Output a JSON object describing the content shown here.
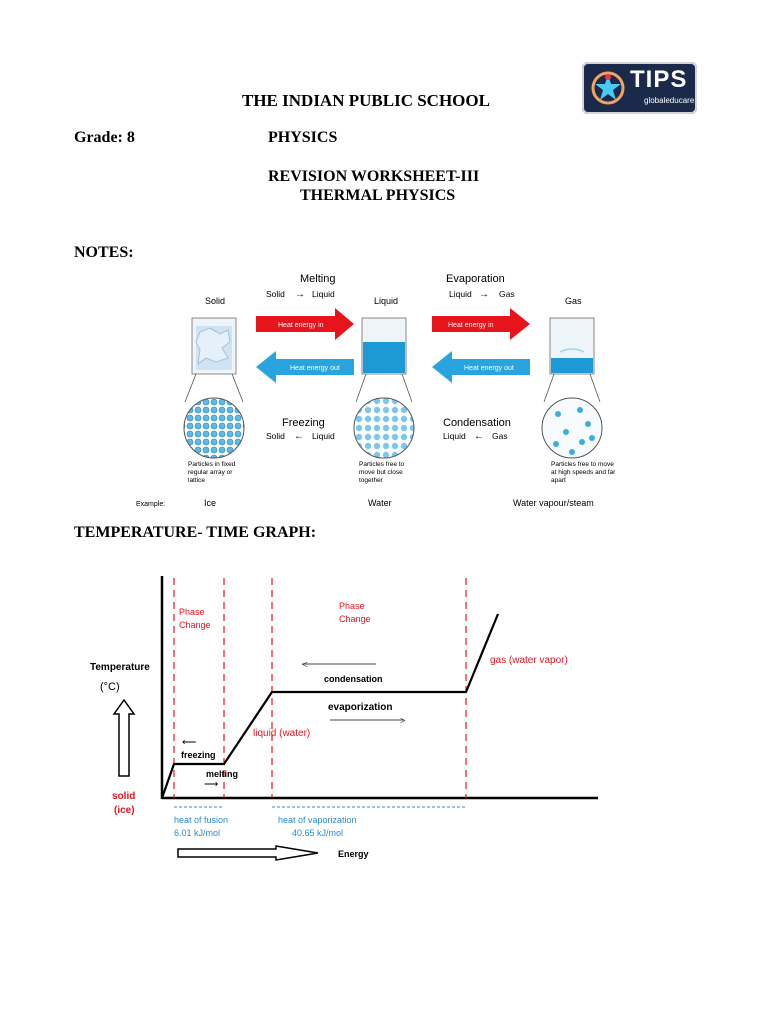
{
  "logo": {
    "brand": "TIPS",
    "tagline": "globaleducare",
    "star_colors": [
      "#e63946",
      "#f4a261",
      "#2a9d8f",
      "#4cc9f0"
    ]
  },
  "header": {
    "school": "THE INDIAN PUBLIC SCHOOL",
    "grade": "Grade: 8",
    "subject": "PHYSICS",
    "worksheet": "REVISION WORKSHEET-III",
    "topic": "THERMAL PHYSICS"
  },
  "notes_heading": "NOTES:",
  "states": {
    "melting": {
      "title": "Melting",
      "from": "Solid",
      "to": "Liquid"
    },
    "evaporation": {
      "title": "Evaporation",
      "from": "Liquid",
      "to": "Gas"
    },
    "freezing": {
      "title": "Freezing",
      "from": "Solid",
      "to": "Liquid"
    },
    "condensation": {
      "title": "Condensation",
      "from": "Liquid",
      "to": "Gas"
    },
    "heat_in": "Heat energy in",
    "heat_out": "Heat energy out",
    "solid": {
      "label": "Solid",
      "desc": [
        "Particles in fixed",
        "regular array or",
        "lattice"
      ],
      "example": "Ice"
    },
    "liquid": {
      "label": "Liquid",
      "desc": [
        "Particles free to",
        "move but close",
        "together"
      ],
      "example": "Water"
    },
    "gas": {
      "label": "Gas",
      "desc": [
        "Particles free to move",
        "at high speeds and far",
        "apart"
      ],
      "example": "Water vapour/steam"
    },
    "example_label": "Example:",
    "colors": {
      "heat_in": "#e8141c",
      "heat_out": "#2aa4de",
      "liquid": "#1d9ad6"
    }
  },
  "graph_heading": "TEMPERATURE- TIME GRAPH:",
  "graph": {
    "ylabel_1": "Temperature",
    "ylabel_2": "(°C)",
    "xlabel": "Energy",
    "phase_change_1": [
      "Phase",
      "Change"
    ],
    "phase_change_2": [
      "Phase",
      "Change"
    ],
    "freezing": "freezing",
    "melting": "melting",
    "condensation": "condensation",
    "evaporization": "evaporization",
    "liquid": "liquid (water)",
    "gas": "gas (water vapor)",
    "solid_1": "solid",
    "solid_2": "(ice)",
    "fusion_1": "heat of fusion",
    "fusion_2": "6.01 kJ/mol",
    "vapor_1": "heat of vaporization",
    "vapor_2": "40.65 kJ/mol",
    "colors": {
      "annotation": "#e8141c",
      "heat": "#2a8ad6",
      "curve": "#000000"
    }
  }
}
